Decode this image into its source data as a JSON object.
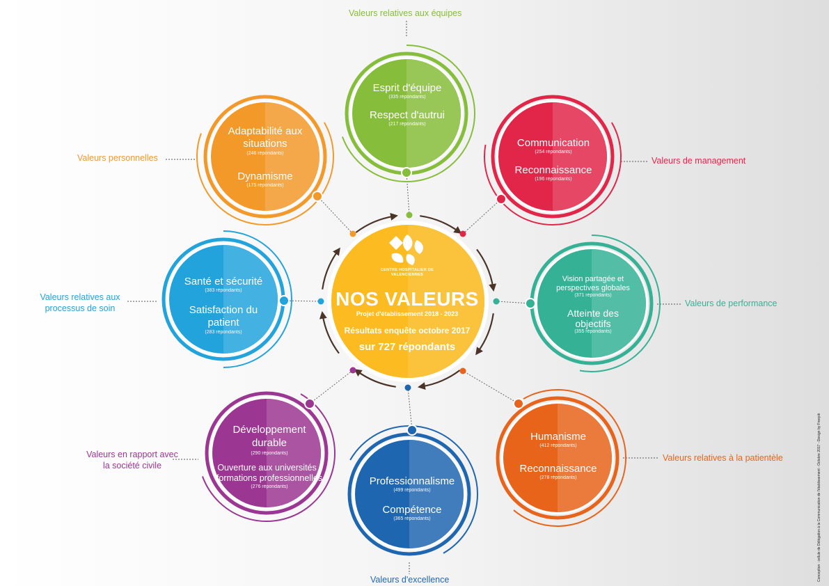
{
  "center": {
    "organisation": "CENTRE HOSPITALIER DE VALENCIENNES",
    "title": "NOS VALEURS",
    "subtitle": "Projet d'établissement 2018 - 2023",
    "results_line": "Résultats enquête octobre 2017",
    "respondents_line": "sur 727 répondants",
    "color": "#fbbb21"
  },
  "groups": [
    {
      "id": "equipes",
      "category": "Valeurs relatives aux équipes",
      "color": "#86bd3b",
      "values": [
        {
          "name": "Esprit d'équipe",
          "count": "(335 répondants)"
        },
        {
          "name": "Respect d'autrui",
          "count": "(217 répondants)"
        }
      ]
    },
    {
      "id": "management",
      "category": "Valeurs de management",
      "color": "#e2264a",
      "values": [
        {
          "name": "Communication",
          "count": "(254 répondants)"
        },
        {
          "name": "Reconnaissance",
          "count": "(196 répondants)"
        }
      ]
    },
    {
      "id": "performance",
      "category": "Valeurs de performance",
      "color": "#35b195",
      "values": [
        {
          "name": "Vision partagée et perspectives globales",
          "count": "(371 répondants)"
        },
        {
          "name": "Atteinte des objectifs",
          "count": "(355 répondants)"
        }
      ]
    },
    {
      "id": "patientele",
      "category": "Valeurs relatives à la patientèle",
      "color": "#e8641b",
      "values": [
        {
          "name": "Humanisme",
          "count": "(412 répondants)"
        },
        {
          "name": "Reconnaissance",
          "count": "(278 répondants)"
        }
      ]
    },
    {
      "id": "excellence",
      "category": "Valeurs d'excellence",
      "color": "#1f66b1",
      "values": [
        {
          "name": "Professionnalisme",
          "count": "(499 répondants)"
        },
        {
          "name": "Compétence",
          "count": "(365 répondants)"
        }
      ]
    },
    {
      "id": "societe",
      "category": "Valeurs en rapport avec la société civile",
      "color": "#9b3692",
      "values": [
        {
          "name": "Développement durable",
          "count": "(290 répondants)"
        },
        {
          "name": "Ouverture aux universités / formations professionnelles",
          "count": "(276 répondants)"
        }
      ]
    },
    {
      "id": "soin",
      "category": "Valeurs relatives aux processus de soin",
      "color": "#22a3dc",
      "values": [
        {
          "name": "Santé et sécurité",
          "count": "(383 répondants)"
        },
        {
          "name": "Satisfaction du patient",
          "count": "(283 répondants)"
        }
      ]
    },
    {
      "id": "personnelles",
      "category": "Valeurs personnelles",
      "color": "#f3992a",
      "values": [
        {
          "name": "Adaptabilité aux situations",
          "count": "(246 répondants)"
        },
        {
          "name": "Dynamisme",
          "count": "(175 répondants)"
        }
      ]
    }
  ],
  "credit": "Conception : cellule de Délégation à la Communication de l'établissement - Octobre 2017 - Design by Freepik"
}
